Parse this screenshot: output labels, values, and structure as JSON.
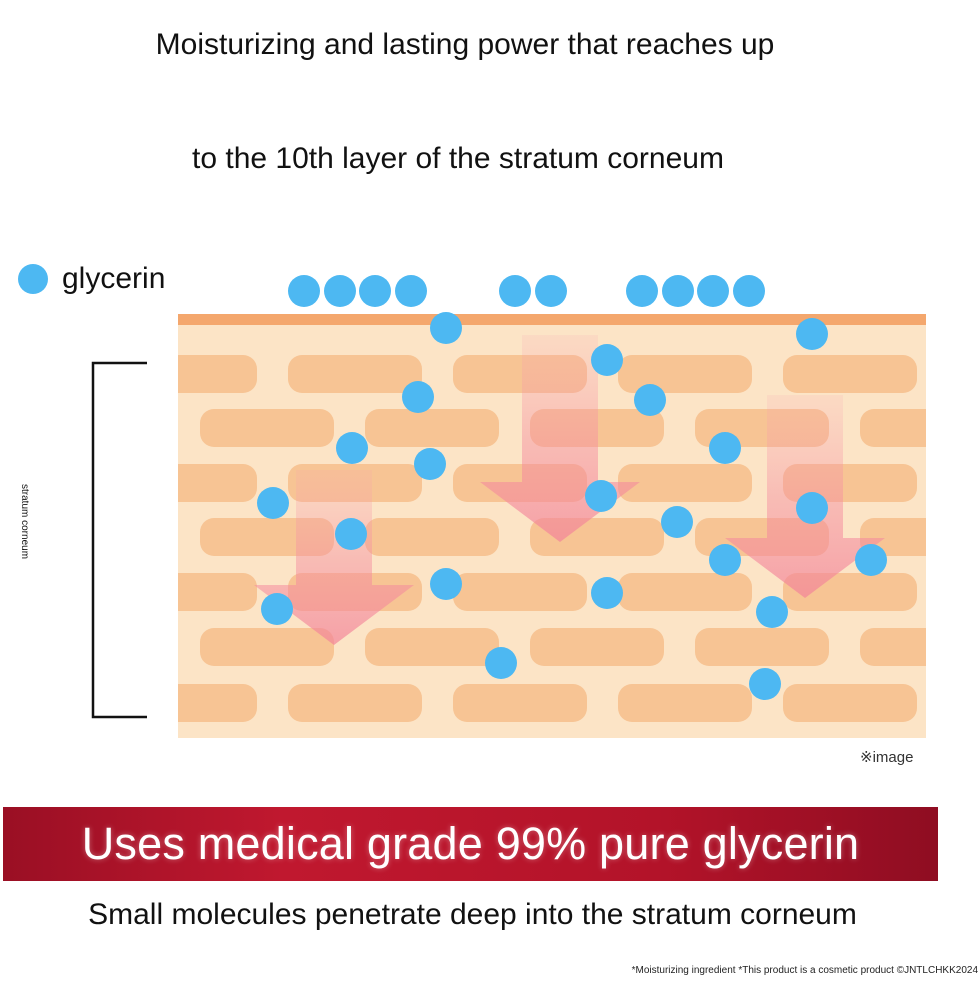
{
  "title": {
    "line1": "Moisturizing and lasting power that reaches up",
    "line2": "to the 10th layer of the stratum corneum"
  },
  "legend": {
    "label": "glycerin"
  },
  "bracket_label": "stratum corneum",
  "image_note": "※image",
  "banner": {
    "text": "Uses medical grade 99% pure glycerin"
  },
  "subline": "Small molecules penetrate deep into the stratum corneum",
  "footnote": "*Moisturizing ingredient *This product is a cosmetic product ©JNTLCHKK2024",
  "colors": {
    "glycerin": "#4db8f2",
    "skin_base": "#fce4c6",
    "skin_brick": "#f7c494",
    "skin_top": "#f4a76d",
    "arrow": "#f48ca0",
    "banner": "#b31329"
  }
}
